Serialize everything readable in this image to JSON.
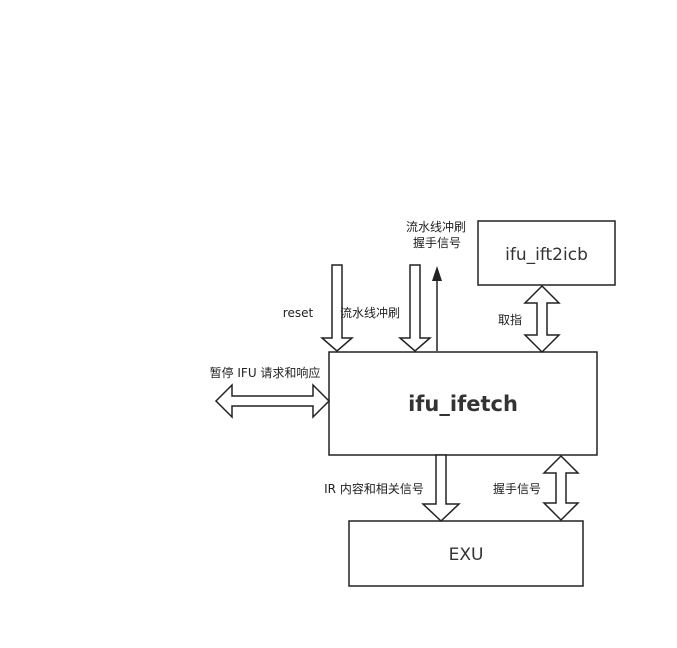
{
  "nodes": {
    "ift2icb": "ifu_ift2icb",
    "ifetch": "ifu_ifetch",
    "exu": "EXU"
  },
  "labels": {
    "flush_handshake_line1": "流水线冲刷",
    "flush_handshake_line2": "握手信号",
    "reset": "reset",
    "flush": "流水线冲刷",
    "fetch": "取指",
    "stall": "暂停 IFU 请求和响应",
    "ir": "IR 内容和相关信号",
    "handshake": "握手信号"
  }
}
